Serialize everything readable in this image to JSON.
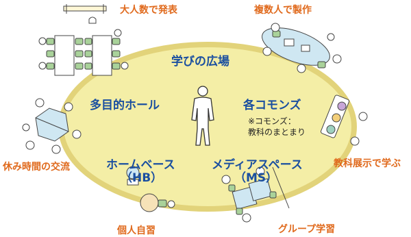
{
  "center_title": "学びの広場",
  "zones": {
    "multipurpose_hall": "多目的ホール",
    "commons": "各コモンズ",
    "commons_note_line1": "※コモンズ：",
    "commons_note_line2": "教科のまとまり",
    "homebase": "ホームベース",
    "homebase_abbr": "（HB）",
    "media_space": "メディアスペース",
    "media_space_abbr": "（MS）"
  },
  "activities": {
    "presentation": "大人数で発表",
    "group_production": "複数人で製作",
    "break_exchange": "休み時間の交流",
    "subject_display": "教科展示で学ぶ",
    "individual_study": "個人自習",
    "group_learning": "グループ学習"
  },
  "colors": {
    "ellipse_fill": "#f4eea6",
    "ellipse_stroke": "#e2d37a",
    "label_orange": "#e06a1d",
    "label_blue": "#1a4fa0",
    "table_blue": "#cfe7f2",
    "chair_green": "#a9d29a",
    "display_dots": [
      "#c8a6d8",
      "#f3cf7a",
      "#9fd1c0"
    ]
  }
}
